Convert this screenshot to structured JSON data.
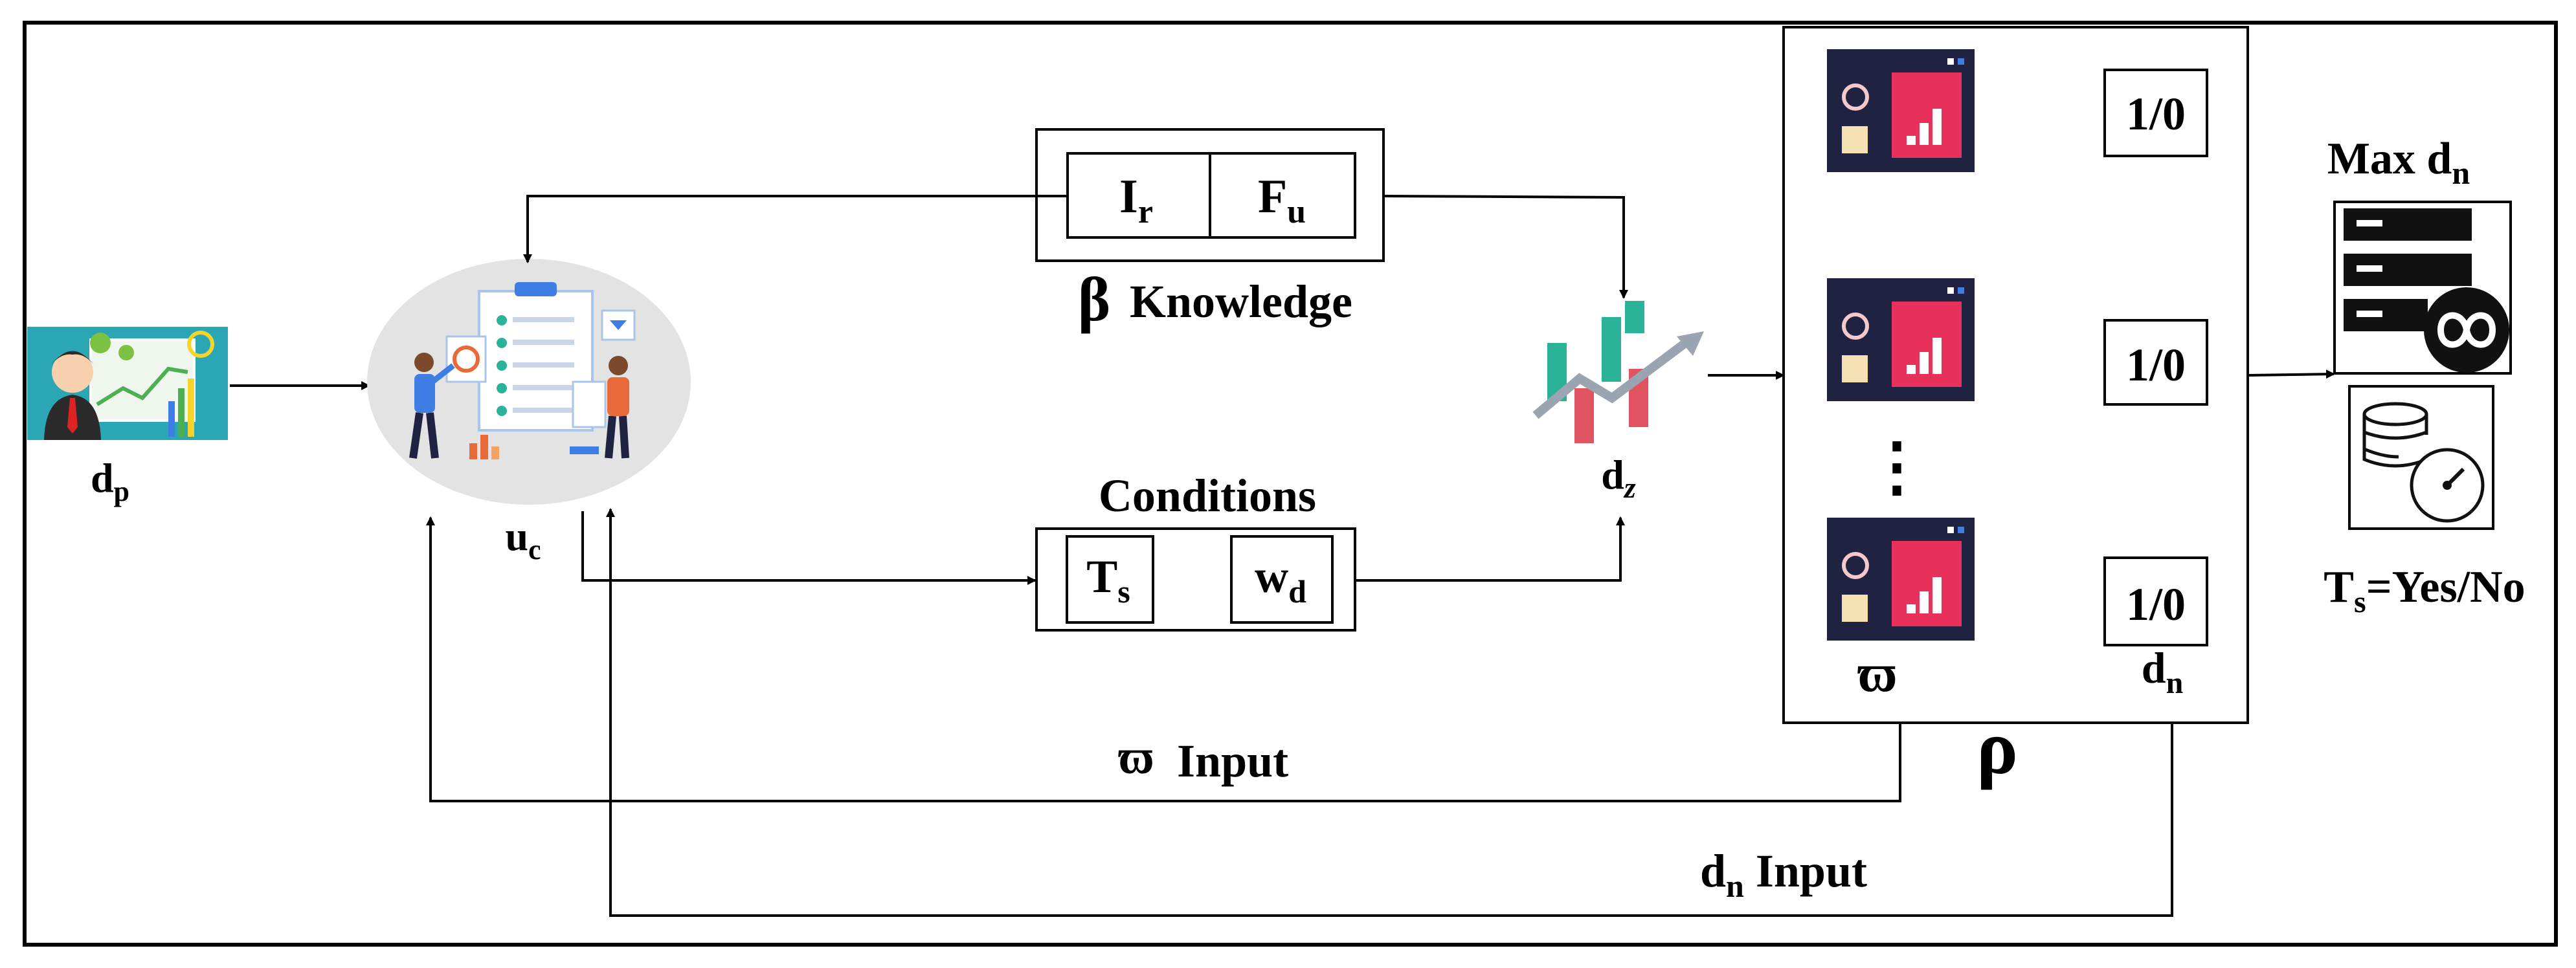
{
  "labels": {
    "dp": {
      "main": "d",
      "sub": "p"
    },
    "uc": {
      "main": "u",
      "sub": "c"
    },
    "dz": {
      "main": "d",
      "sub": "z"
    },
    "knowledge": "Knowledge",
    "beta": "β",
    "ir": {
      "main": "I",
      "sub": "r"
    },
    "fu": {
      "main": "F",
      "sub": "u"
    },
    "conditions": "Conditions",
    "ts": {
      "main": "T",
      "sub": "s"
    },
    "wd": {
      "main": "w",
      "sub": "d"
    },
    "omega": "ϖ",
    "dn": {
      "main": "d",
      "sub": "n"
    },
    "rho": "ρ",
    "omega_input": {
      "symbol": "ϖ",
      "text": "Input"
    },
    "dn_input": {
      "main": "d",
      "sub": "n",
      "text": "Input"
    },
    "max_dn": {
      "text": "Max d",
      "sub": "n"
    },
    "ts_result": {
      "main": "T",
      "sub": "s",
      "text": "=Yes/No"
    },
    "vertical_dots": "⋮"
  },
  "outputs": [
    "1/0",
    "1/0",
    "1/0"
  ],
  "colors": {
    "line": "#000000",
    "panel_dark": "#1f2241",
    "panel_pink": "#e8315a",
    "panel_cream": "#f5e1b4",
    "bar_teal": "#2bb39a",
    "bar_red": "#e15562",
    "ellipse": "#e3e3e3",
    "presenter_bg": "#2aa6b5"
  },
  "icons": {
    "presenter": "presenter-icon",
    "team": "team-checklist-icon",
    "trend": "trend-chart-icon",
    "dashboard": "dashboard-icon",
    "server": "server-infinity-icon",
    "database": "database-gauge-icon"
  }
}
